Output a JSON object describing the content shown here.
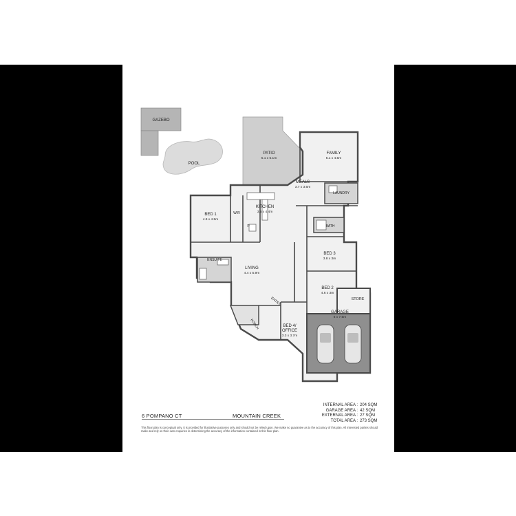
{
  "rooms": {
    "gazebo": {
      "name": "GAZEBO"
    },
    "pool": {
      "name": "POOL"
    },
    "patio": {
      "name": "PATIO",
      "dims": "5.1 x 5.1m"
    },
    "family": {
      "name": "FAMILY",
      "dims": "5.1 x 4.5m"
    },
    "meals": {
      "name": "MEALS",
      "dims": "3.7 x 3.6m"
    },
    "kitchen": {
      "name": "KITCHEN",
      "dims": "3.5 x 4.4m"
    },
    "laundry": {
      "name": "LAUNDRY"
    },
    "bed1": {
      "name": "BED 1",
      "dims": "4.9 x 4.5m"
    },
    "wir": {
      "name": "WIR"
    },
    "bath": {
      "name": "BATH"
    },
    "ensuite": {
      "name": "ENSUITE"
    },
    "bed3": {
      "name": "BED 3",
      "dims": "3.8 x 3m"
    },
    "living": {
      "name": "LIVING",
      "dims": "4.4 x 5.9m"
    },
    "bed2": {
      "name": "BED 2",
      "dims": "4.6 x 3m"
    },
    "store": {
      "name": "STORE"
    },
    "entry": {
      "name": "ENTRY"
    },
    "garage": {
      "name": "GARAGE",
      "dims": "6 x 7.5m"
    },
    "porch": {
      "name": "PORCH"
    },
    "bed4": {
      "name": "BED 4/",
      "name2": "OFFICE",
      "dims": "3.3 x 3.7m"
    },
    "pantry": {
      "name": "P"
    }
  },
  "footer": {
    "address": "6 POMPANO CT",
    "suburb": "MOUNTAIN CREEK",
    "areas": [
      {
        "label": "INTERNAL AREA :",
        "value": "204 SQM"
      },
      {
        "label": "GARAGE AREA :",
        "value": "42 SQM"
      },
      {
        "label": "EXTERNAL AREA :",
        "value": "27 SQM"
      },
      {
        "label": "TOTAL AREA :",
        "value": "273 SQM"
      }
    ],
    "disclaimer": "This floor plan is conceptual only. It is provided for illustrative purposes only and should not be relied upon. We make no guarantee as to the accuracy of this plan. All interested parties should make and rely on their own enquiries in determining the accuracy of the information contained in this floor plan."
  }
}
